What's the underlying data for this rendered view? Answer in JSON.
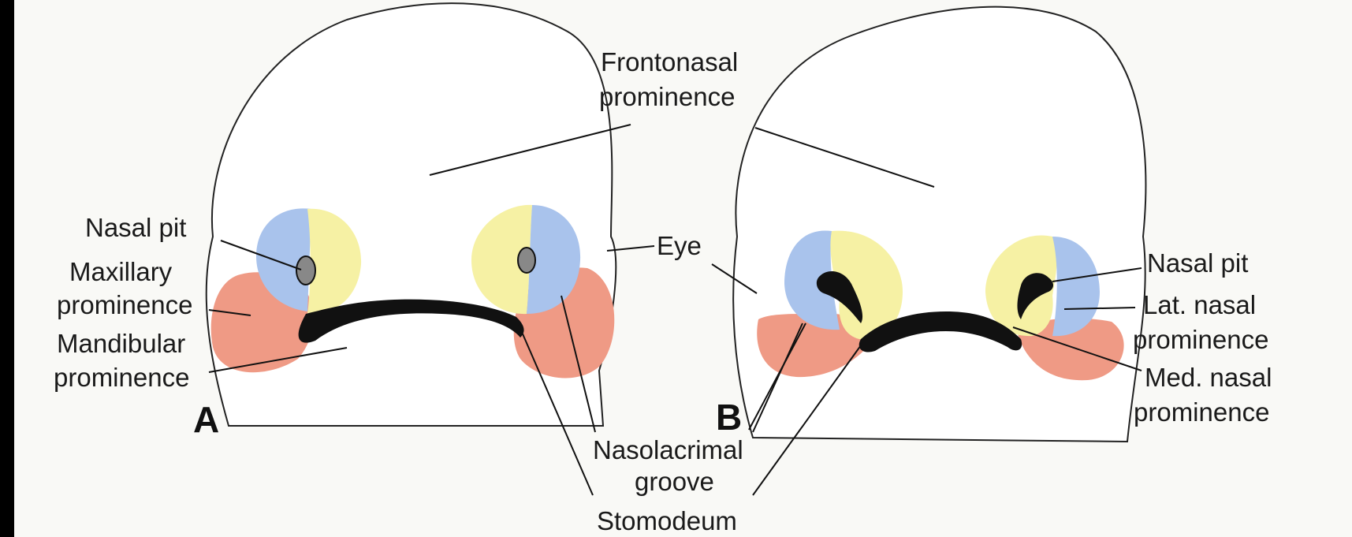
{
  "panels": {
    "a": {
      "letter": "A",
      "labels": {
        "frontonasal_l1": "Frontonasal",
        "frontonasal_l2": "prominence",
        "nasal_pit": "Nasal pit",
        "maxillary_l1": "Maxillary",
        "maxillary_l2": "prominence",
        "mandibular_l1": "Mandibular",
        "mandibular_l2": "prominence",
        "eye": "Eye"
      }
    },
    "b": {
      "letter": "B",
      "labels": {
        "nasal_pit": "Nasal pit",
        "lat_nasal_l1": "Lat. nasal",
        "lat_nasal_l2": "prominence",
        "med_nasal_l1": "Med. nasal",
        "med_nasal_l2": "prominence"
      }
    }
  },
  "shared_labels": {
    "nasolacrimal_l1": "Nasolacrimal",
    "nasolacrimal_l2": "groove",
    "stomodeum": "Stomodeum"
  },
  "colors": {
    "blue": "#a9c3ec",
    "yellow": "#f6f1a4",
    "red": "#ef9a85",
    "black": "#111111"
  }
}
